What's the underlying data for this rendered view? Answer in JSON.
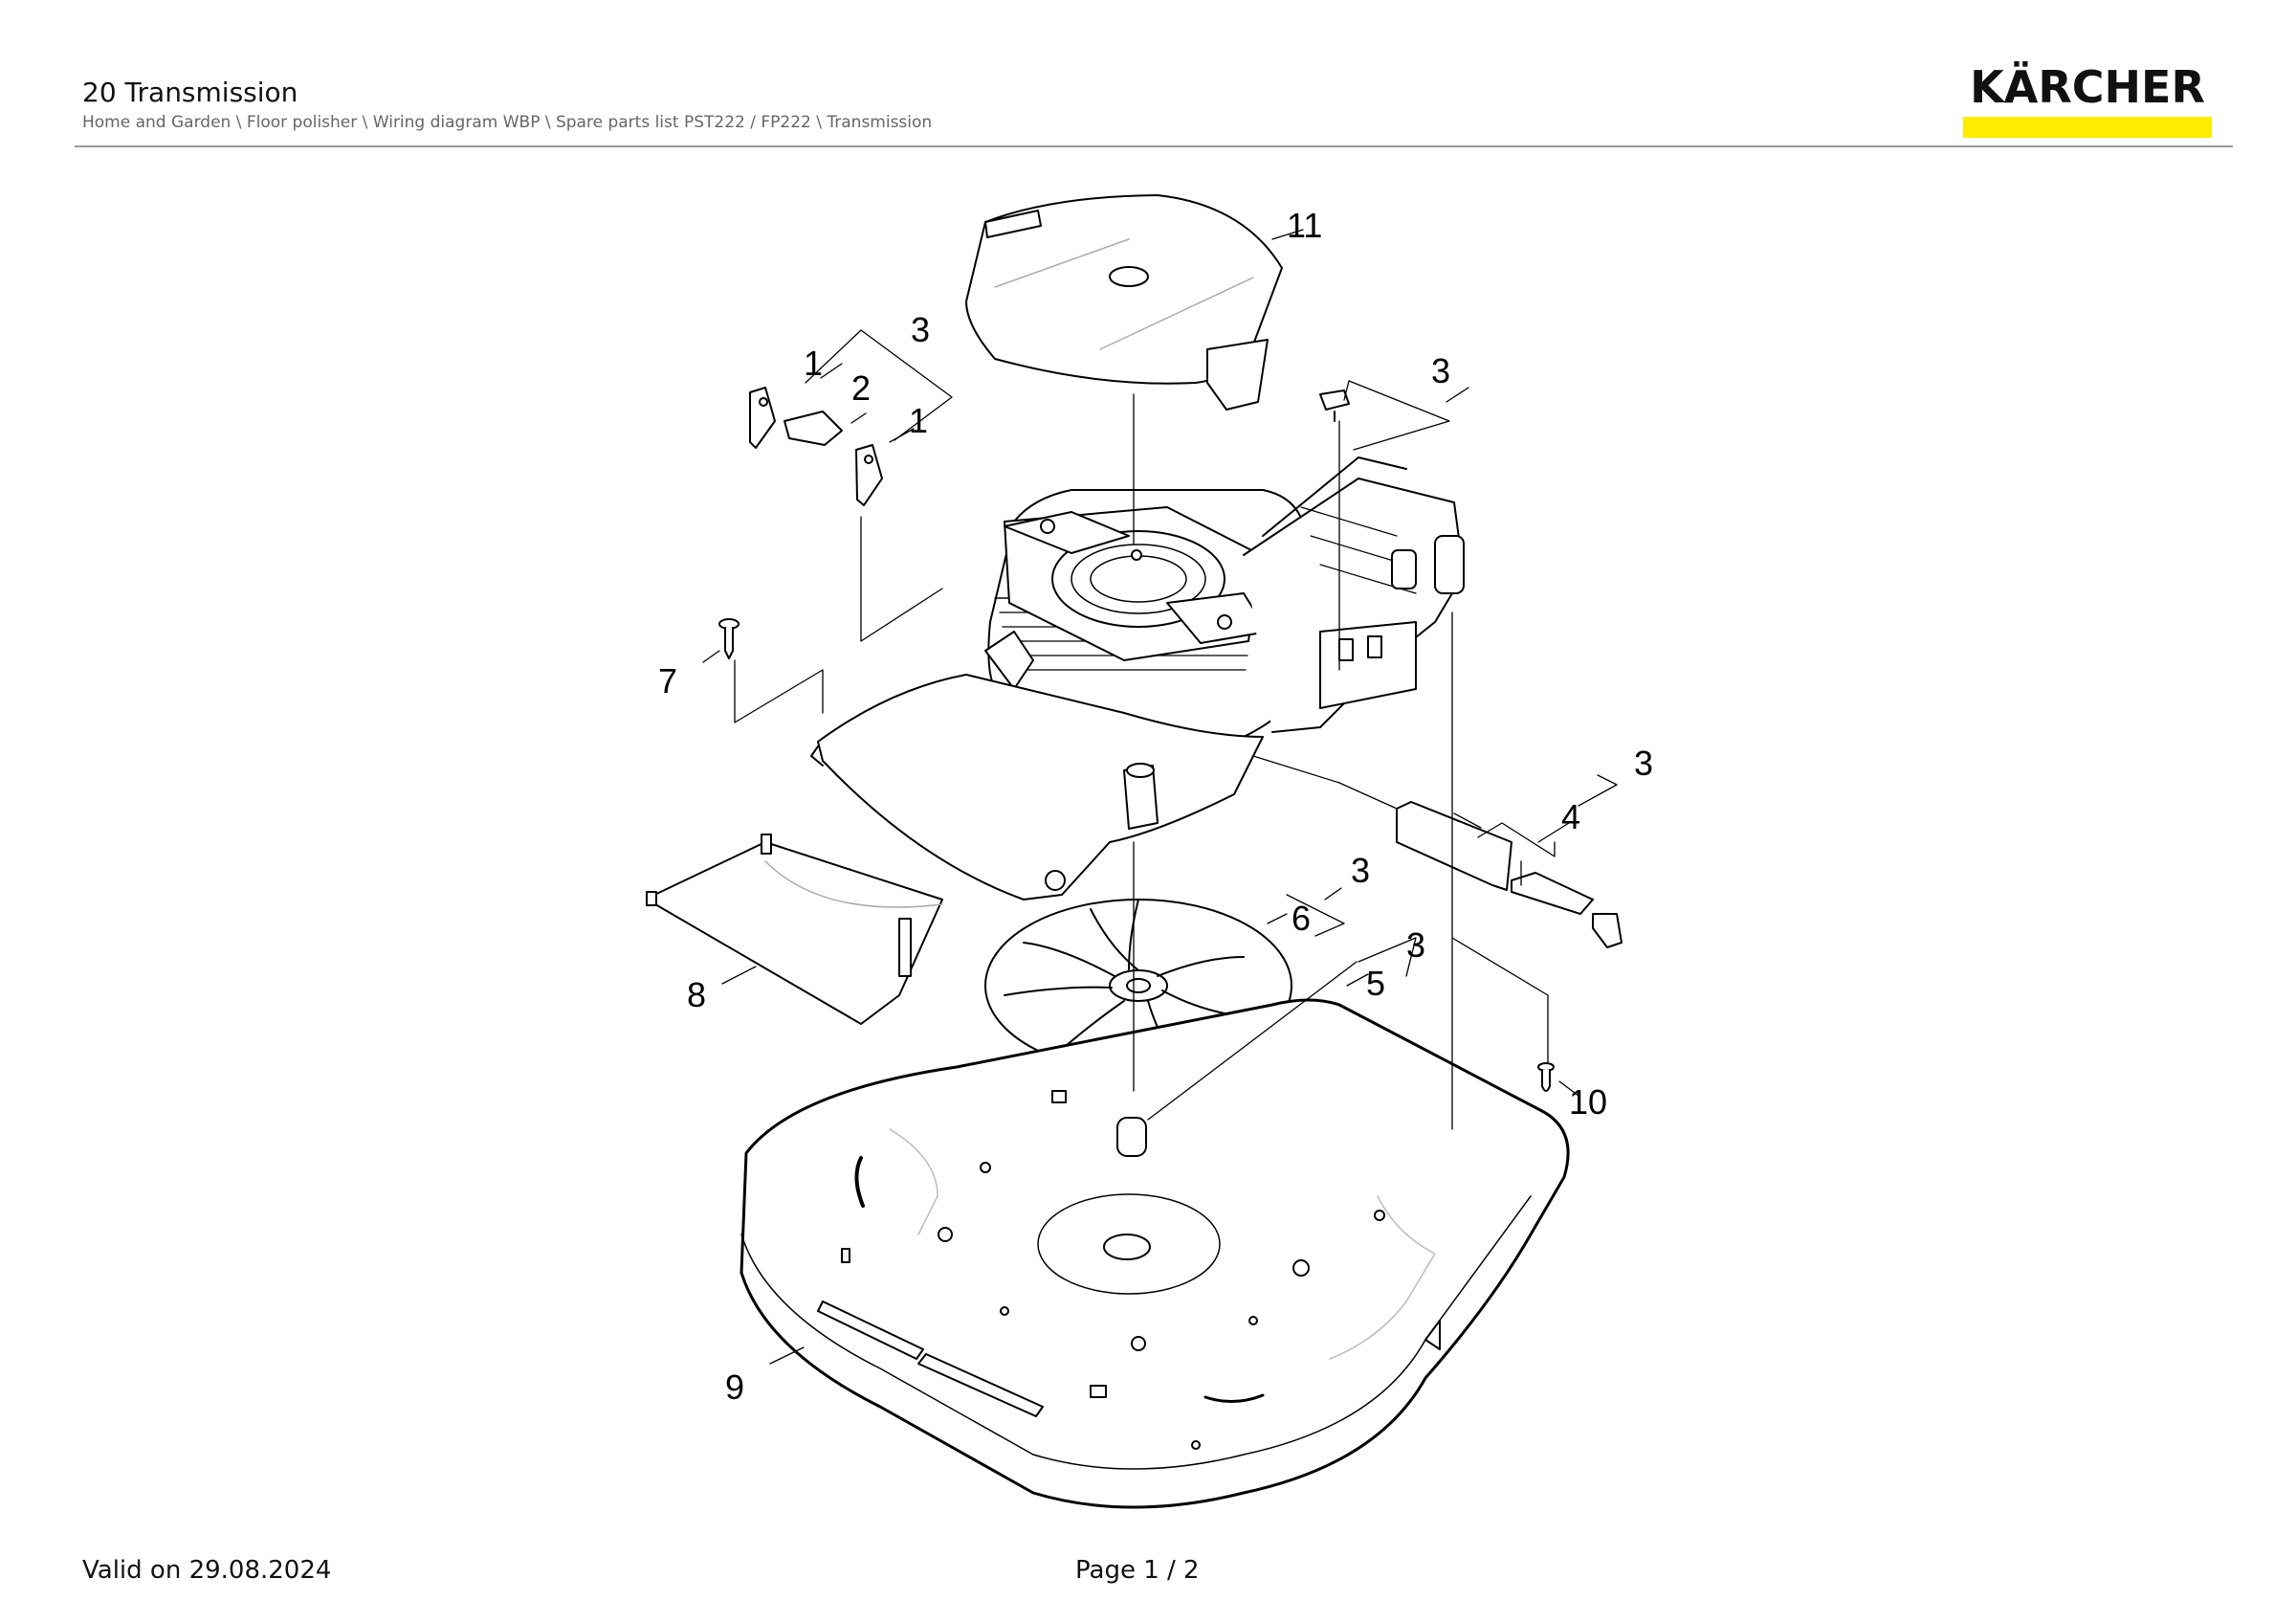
{
  "header": {
    "title": "20 Transmission",
    "breadcrumb": "Home and Garden \\ Floor polisher \\ Wiring diagram WBP \\ Spare parts list PST222 / FP222 \\ Transmission",
    "brand": "KÄRCHER",
    "brand_color": "#ffed00"
  },
  "diagram": {
    "callouts": {
      "c1a": "1",
      "c1b": "1",
      "c2": "2",
      "c3a": "3",
      "c3b": "3",
      "c3c": "3",
      "c3d": "3",
      "c3e": "3",
      "c4": "4",
      "c5": "5",
      "c6": "6",
      "c7": "7",
      "c8": "8",
      "c9": "9",
      "c10": "10",
      "c11": "11"
    }
  },
  "footer": {
    "valid": "Valid on 29.08.2024",
    "page": "Page 1 / 2"
  }
}
